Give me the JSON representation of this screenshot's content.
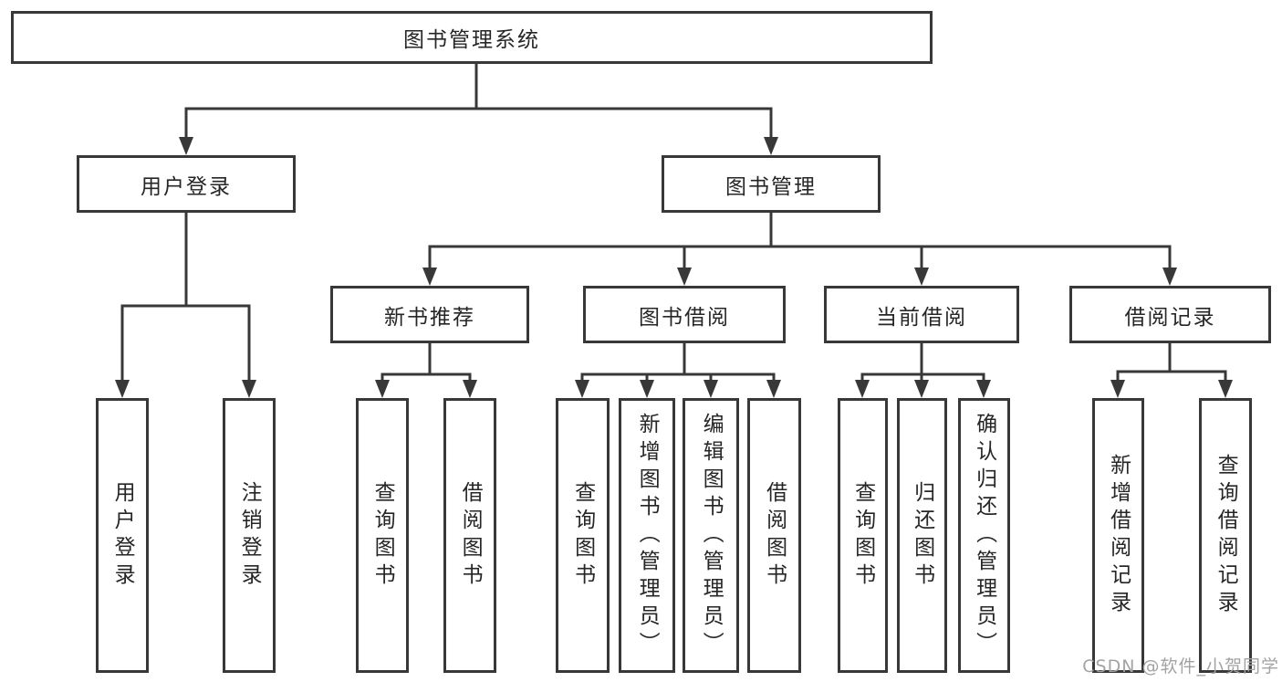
{
  "tree": {
    "label": "图书管理系统",
    "children": [
      {
        "label": "用户登录",
        "children": [
          {
            "label": "用户登录"
          },
          {
            "label": "注销登录"
          }
        ]
      },
      {
        "label": "图书管理",
        "children": [
          {
            "label": "新书推荐",
            "children": [
              {
                "label": "查询图书"
              },
              {
                "label": "借阅图书"
              }
            ]
          },
          {
            "label": "图书借阅",
            "children": [
              {
                "label": "查询图书"
              },
              {
                "label": "新增图书（管理员）"
              },
              {
                "label": "编辑图书（管理员）"
              },
              {
                "label": "借阅图书"
              }
            ]
          },
          {
            "label": "当前借阅",
            "children": [
              {
                "label": "查询图书"
              },
              {
                "label": "归还图书"
              },
              {
                "label": "确认归还（管理员）"
              }
            ]
          },
          {
            "label": "借阅记录",
            "children": [
              {
                "label": "新增借阅记录"
              },
              {
                "label": "查询借阅记录"
              }
            ]
          }
        ]
      }
    ]
  },
  "watermark": {
    "text": "CSDN @软件_小贺同学"
  },
  "colors": {
    "line": "#383838",
    "text": "#262626",
    "watermark": "#a3a3a3",
    "background": "#ffffff"
  }
}
